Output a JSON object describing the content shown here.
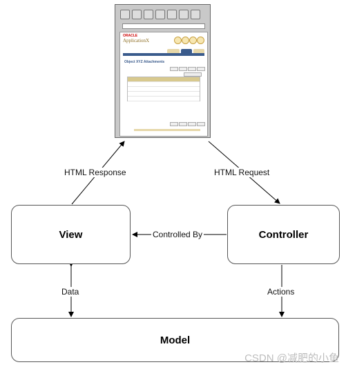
{
  "nodes": {
    "view": "View",
    "controller": "Controller",
    "model": "Model"
  },
  "edges": {
    "html_response": "HTML Response",
    "html_request": "HTML Request",
    "controlled_by": "Controlled By",
    "data": "Data",
    "actions": "Actions"
  },
  "browser_screenshot": {
    "brand": "ORACLE",
    "app_name": "ApplicationX",
    "page_title": "Object XYZ Attachments"
  },
  "watermark": "CSDN @减肥的小鱼"
}
